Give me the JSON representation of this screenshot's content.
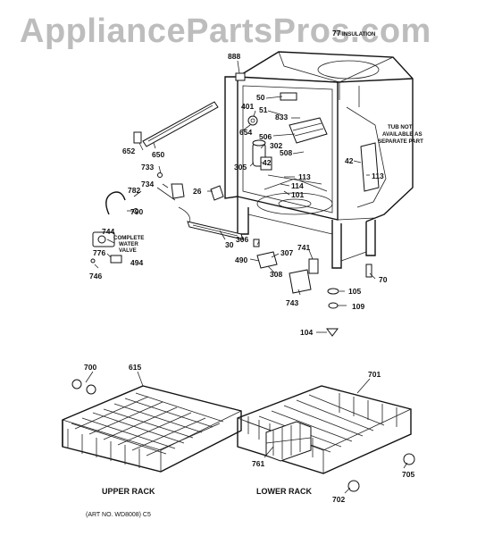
{
  "watermark": "AppliancePartsPros.com",
  "header": {
    "part_77": "77",
    "note_77": "INSULATION"
  },
  "parts": {
    "p888": "888",
    "p50": "50",
    "p51": "51",
    "p833": "833",
    "p401": "401",
    "p654": "654",
    "p506": "506",
    "p302": "302",
    "p508": "508",
    "p42a": "42",
    "p305": "305",
    "p113a": "113",
    "p114": "114",
    "p101": "101",
    "p42b": "42",
    "p113b": "113",
    "p652": "652",
    "p650": "650",
    "p733": "733",
    "p734": "734",
    "p782": "782",
    "p790": "790",
    "p26": "26",
    "p744": "744",
    "p776": "776",
    "p494": "494",
    "p746": "746",
    "p30": "30",
    "p306": "306",
    "p307": "307",
    "p741": "741",
    "p490": "490",
    "p308": "308",
    "p743": "743",
    "p70": "70",
    "p105": "105",
    "p109": "109",
    "p104": "104",
    "p700": "700",
    "p615": "615",
    "p701": "701",
    "p761": "761",
    "p705": "705",
    "p702": "702"
  },
  "notes": {
    "tub_line1": "TUB NOT",
    "tub_line2": "AVAILABLE AS",
    "tub_line3": "SEPARATE PART",
    "valve_line1": "COMPLETE",
    "valve_line2": "WATER",
    "valve_line3": "VALVE"
  },
  "captions": {
    "upper_rack": "UPPER RACK",
    "lower_rack": "LOWER RACK",
    "art_no": "(ART NO. WD8008) C5"
  }
}
